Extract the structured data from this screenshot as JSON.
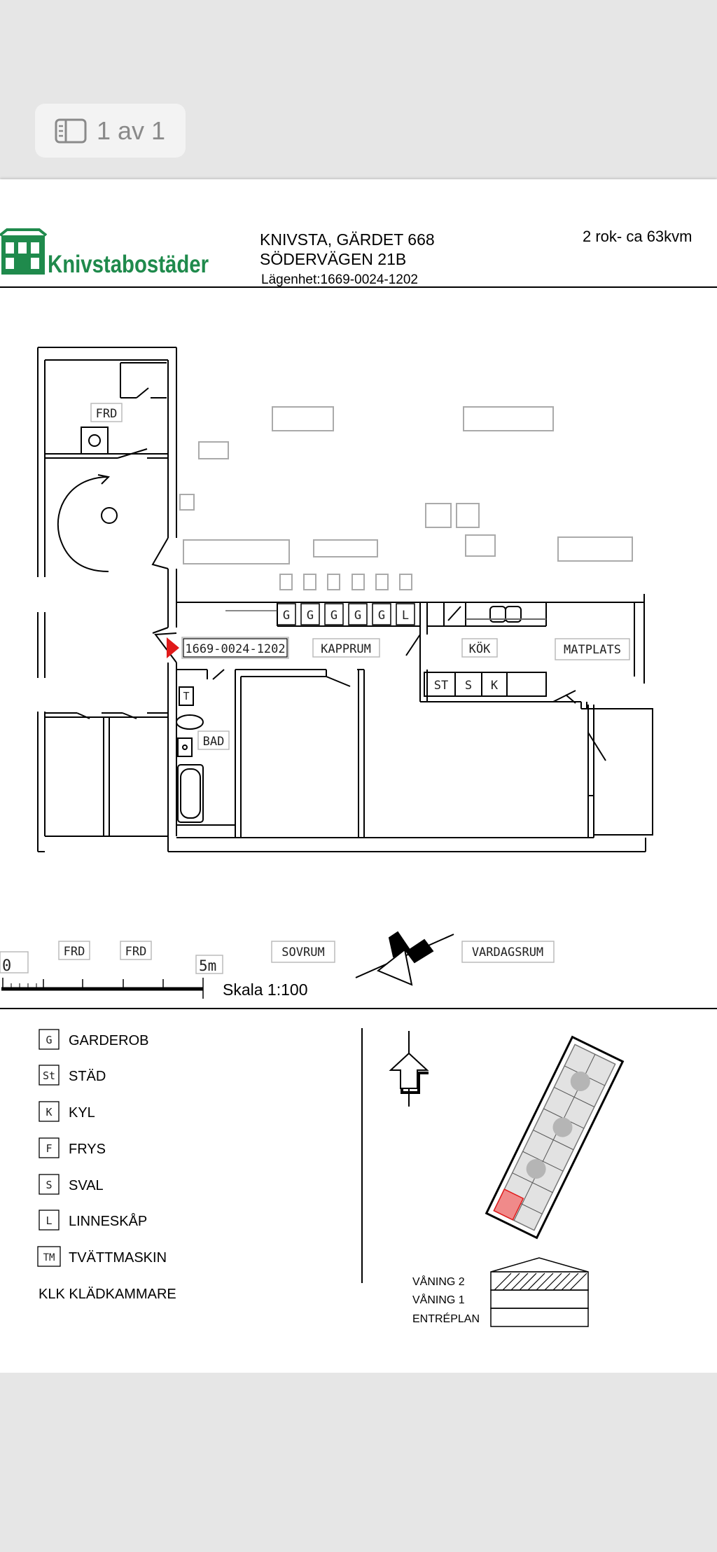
{
  "viewer": {
    "page_indicator": "1 av 1",
    "icon": "sidebar-pages-icon"
  },
  "header": {
    "logo_text": "Knivstabostäder",
    "address_line1": "KNIVSTA, GÄRDET 668",
    "address_line2": "SÖDERVÄGEN 21B",
    "apartment_line": "Lägenhet:1669-0024-1202",
    "size_info": "2 rok- ca 63kvm"
  },
  "plan": {
    "rooms": {
      "frd_top": "FRD",
      "frd_bottom_left": "FRD",
      "frd_bottom_right": "FRD",
      "apartment_id": "1669-0024-1202",
      "kapprum": "KAPPRUM",
      "kok": "KÖK",
      "matplats": "MATPLATS",
      "bad": "BAD",
      "sovrum": "SOVRUM",
      "vardagsrum": "VARDAGSRUM"
    },
    "fixtures": {
      "g": "G",
      "l": "L",
      "st": "ST",
      "s": "S",
      "k": "K",
      "t": "T"
    },
    "scale": {
      "zero": "0",
      "five": "5m",
      "label": "Skala 1:100"
    }
  },
  "legend": [
    {
      "symbol": "G",
      "label": "GARDEROB"
    },
    {
      "symbol": "St",
      "label": "STÄD"
    },
    {
      "symbol": "K",
      "label": "KYL"
    },
    {
      "symbol": "F",
      "label": "FRYS"
    },
    {
      "symbol": "S",
      "label": "SVAL"
    },
    {
      "symbol": "L",
      "label": "LINNESKÅP"
    },
    {
      "symbol": "TM",
      "label": "TVÄTTMASKIN"
    }
  ],
  "legend_extra": "KLK KLÄDKAMMARE",
  "floors": {
    "vaning2": "VÅNING 2",
    "vaning1": "VÅNING 1",
    "entreplan": "ENTRÉPLAN"
  },
  "colors": {
    "logo_green": "#1f8a4c",
    "marker_red": "#e01a1a",
    "viewer_bg": "#e6e6e6"
  }
}
